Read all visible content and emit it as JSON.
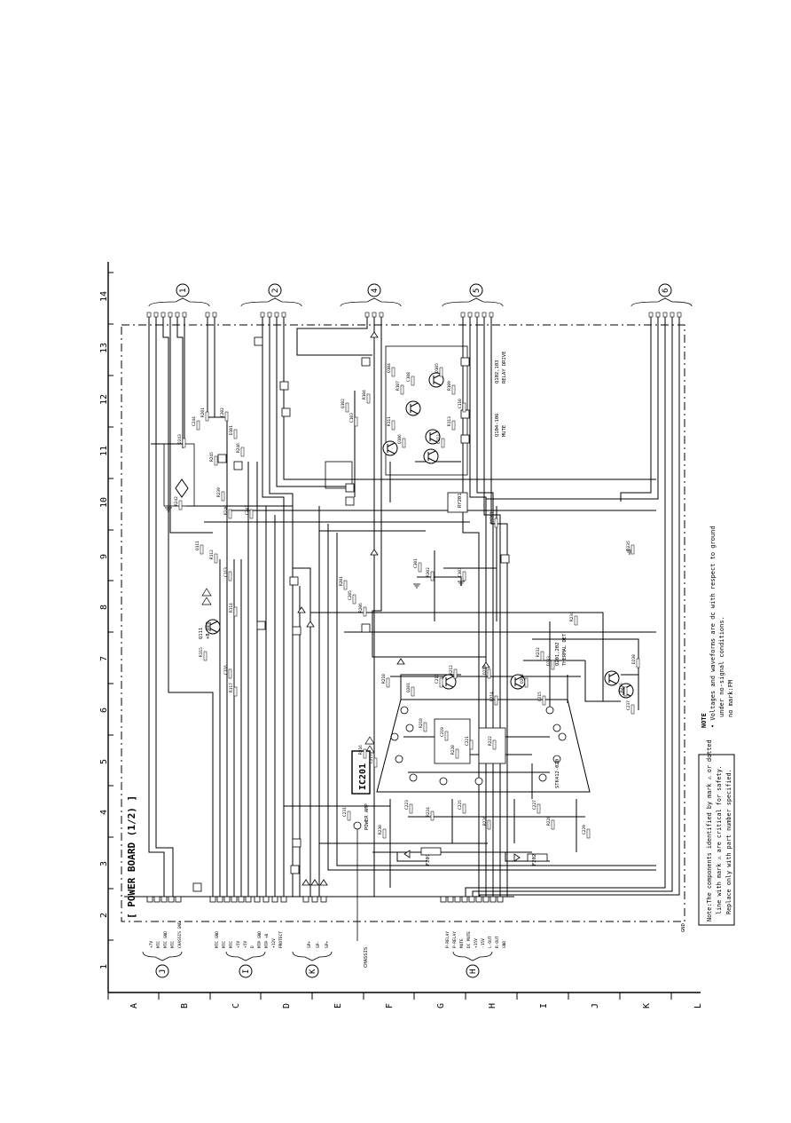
{
  "board_title": "[ POWER  BOARD (1/2) ]",
  "ic_label": "IC201",
  "grid": {
    "columns": [
      "1",
      "2",
      "3",
      "4",
      "5",
      "6",
      "7",
      "8",
      "9",
      "10",
      "11",
      "12",
      "13",
      "14"
    ],
    "rows": [
      "A",
      "B",
      "C",
      "D",
      "E",
      "F",
      "G",
      "H",
      "I",
      "J",
      "K",
      "L"
    ]
  },
  "connectors_top": [
    "1",
    "2",
    "4",
    "5",
    "6"
  ],
  "connectors_bottom": [
    "J",
    "I",
    "K",
    "H"
  ],
  "note_box_lines": [
    "Note:The components identified by mark ⚠ or dotted",
    "line with mark ⚠ are critical for safety.",
    "Replace only with part number specified."
  ],
  "note_text": {
    "heading": "NOTE",
    "line1": "• Voltages and waveforms are dc with respect to ground",
    "line2": "under no-signal conditions.",
    "line3": "no mark:FM"
  },
  "labels": {
    "ic_desc_1": "IC201",
    "ic_desc_2": "STK412-020",
    "ic_desc_3": "POWER AMP",
    "q_switch": "Q102,103",
    "q_switch_desc": "RELAY DRIVE",
    "q_mute": "Q104-106",
    "q_mute_desc": "MUTE",
    "q_thermal": "Q201,202",
    "q_thermal_desc": "THERMAL DET.",
    "q_power": "Q111",
    "q_power_desc": "+B REG",
    "relay": "RY201",
    "fuse_1": "F201",
    "fuse_2": "F202",
    "ground": "GND",
    "chassis": "CHASSIS"
  }
}
